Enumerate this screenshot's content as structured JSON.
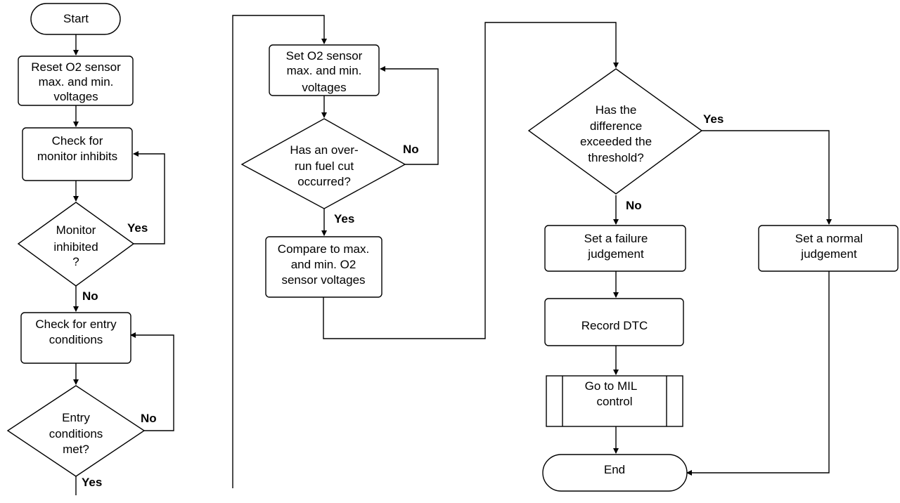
{
  "nodes": {
    "start": "Start",
    "reset": [
      "Reset O2 sensor",
      "max. and min.",
      "voltages"
    ],
    "check_inhibits": [
      "Check for",
      "monitor inhibits"
    ],
    "monitor_inhibited": [
      "Monitor",
      "inhibited",
      "?"
    ],
    "check_entry": [
      "Check for entry",
      "conditions"
    ],
    "entry_met": [
      "Entry",
      "conditions",
      "met?"
    ],
    "set_o2": [
      "Set O2 sensor",
      "max. and min.",
      "voltages"
    ],
    "fuel_cut": [
      "Has an over-",
      "run fuel cut",
      "occurred?"
    ],
    "compare": [
      "Compare to max.",
      "and min. O2",
      "sensor voltages"
    ],
    "threshold": [
      "Has the",
      "difference",
      "exceeded the",
      "threshold?"
    ],
    "failure": [
      "Set a failure",
      "judgement"
    ],
    "normal": [
      "Set a normal",
      "judgement"
    ],
    "record_dtc": "Record DTC",
    "mil": [
      "Go to MIL",
      "control"
    ],
    "end": "End"
  },
  "branches": {
    "inhibited_yes": "Yes",
    "inhibited_no": "No",
    "entry_no": "No",
    "entry_yes": "Yes",
    "fuel_cut_no": "No",
    "fuel_cut_yes": "Yes",
    "threshold_yes": "Yes",
    "threshold_no": "No"
  }
}
